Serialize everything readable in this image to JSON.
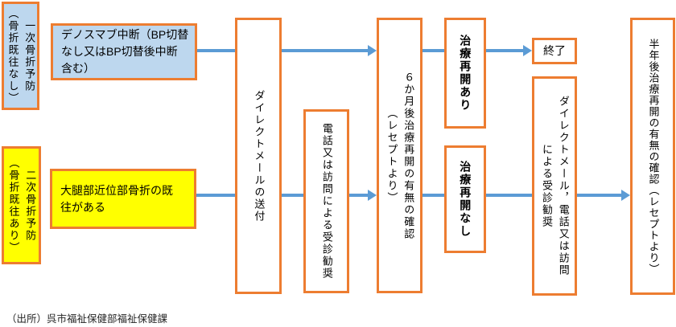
{
  "colors": {
    "border_orange": "#ED7D31",
    "fill_blue": "#BDD7EE",
    "fill_yellow": "#FFFF00",
    "arrow_blue": "#5B9BD5",
    "text": "#000000"
  },
  "nodes": {
    "label_primary": {
      "text": "一次骨折予防\n（骨折既往なし）"
    },
    "denosumab_stop": {
      "text": "デノスマブ中断（BP切替\nなし又はBP切替後中断\n含む）"
    },
    "label_secondary": {
      "text": "二次骨折予防\n（骨折既往あり）"
    },
    "femur_fracture": {
      "text": "大腿部近位部骨折の既\n往がある"
    },
    "direct_mail_1": {
      "text": "ダイレクトメールの送付"
    },
    "phone_visit": {
      "text": "電話又は訪問による受診勧奨"
    },
    "six_month_check": {
      "text": "６か月後治療再開の有無の確認\n（レセプトより）"
    },
    "treatment_restarted": {
      "text": "治療再開あり"
    },
    "treatment_not_restarted": {
      "text": "治療再開なし"
    },
    "end_node": {
      "text": "終了"
    },
    "direct_mail_2": {
      "text": "ダイレクトメール，電話又は訪問\nによる受診勧奨"
    },
    "half_year_check": {
      "text": "半年後治療再開の有無の確認（レセプトより）"
    }
  },
  "footer": {
    "source": "（出所）呉市福祉保健部福祉保健課"
  }
}
